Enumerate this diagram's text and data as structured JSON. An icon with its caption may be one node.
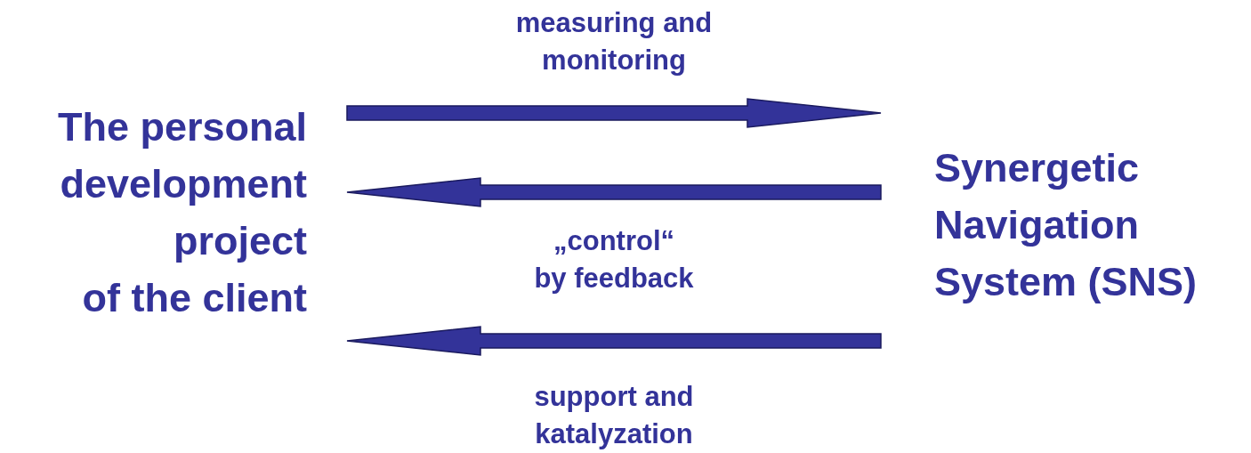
{
  "diagram": {
    "nodes": [
      {
        "text": [
          "The personal development project of the client"
        ]
      },
      {
        "text": [
          "Synergetic Navigation System (SNS)"
        ]
      }
    ],
    "edges": [
      {
        "from": 0,
        "to": 1,
        "arrow": "to",
        "label": "measuring and monitoring"
      },
      {
        "from": 1,
        "to": 0,
        "arrow": "to",
        "label": "„control“ by feedback"
      },
      {
        "from": 1,
        "to": 0,
        "arrow": "to",
        "label": "support and katalyzation"
      }
    ]
  }
}
